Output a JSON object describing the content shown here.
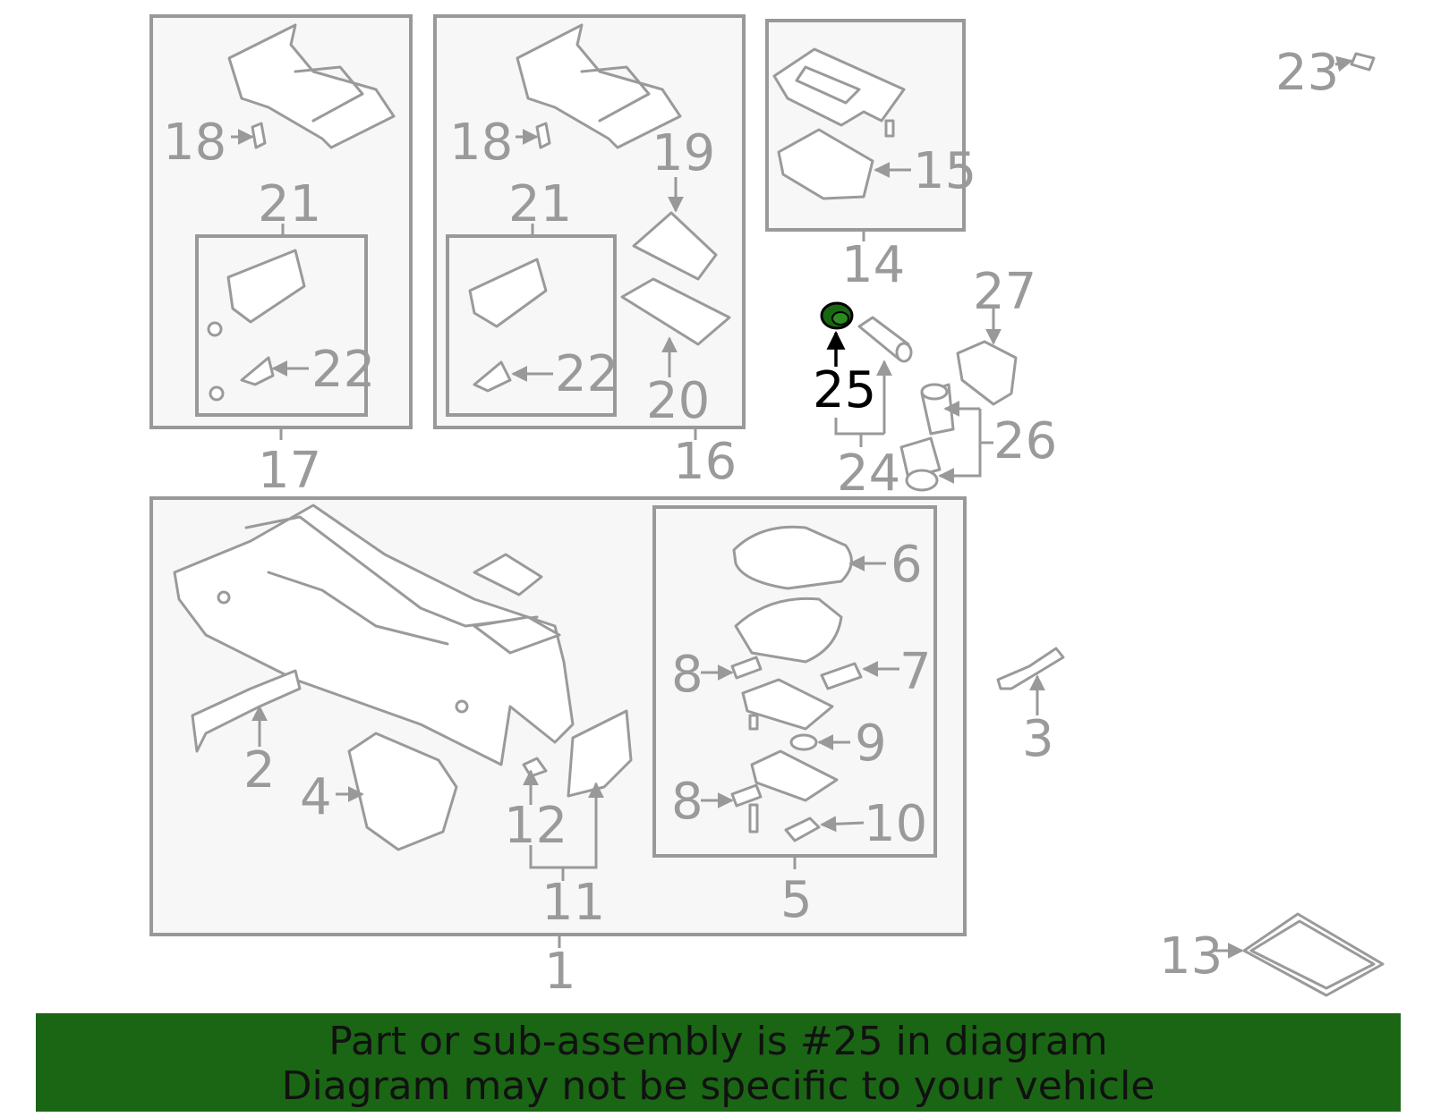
{
  "highlight": {
    "part_number": "25",
    "color": "#1a6614"
  },
  "banner": {
    "line1": "Part or sub-assembly is #25 in diagram",
    "line2": "Diagram may not be specific to your vehicle",
    "background": "#1a6614"
  },
  "callouts": {
    "c1": "1",
    "c2": "2",
    "c3": "3",
    "c4": "4",
    "c5": "5",
    "c6": "6",
    "c7": "7",
    "c8a": "8",
    "c8b": "8",
    "c9": "9",
    "c10": "10",
    "c11": "11",
    "c12": "12",
    "c13": "13",
    "c14": "14",
    "c15": "15",
    "c16": "16",
    "c17": "17",
    "c18a": "18",
    "c18b": "18",
    "c19": "19",
    "c20": "20",
    "c21a": "21",
    "c21b": "21",
    "c22a": "22",
    "c22b": "22",
    "c23": "23",
    "c24": "24",
    "c25": "25",
    "c26": "26",
    "c27": "27"
  }
}
